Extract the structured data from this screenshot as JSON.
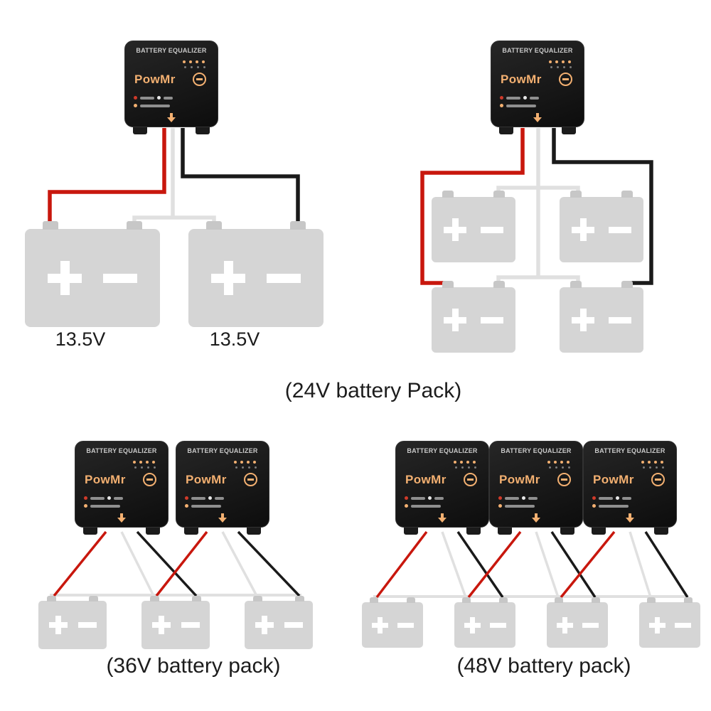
{
  "device": {
    "title": "BATTERY EQUALIZER",
    "brand": "PowMr"
  },
  "labels": {
    "battery_voltage_left": "13.5V",
    "battery_voltage_right": "13.5V",
    "pack_24v": "(24V battery Pack)",
    "pack_36v": "(36V battery pack)",
    "pack_48v": "(48V battery pack)"
  },
  "colors": {
    "device_body": "#171717",
    "brand_text": "#f3b071",
    "wire_positive": "#c8170d",
    "wire_negative": "#1a1a1a",
    "wire_neutral": "#e0e0e0",
    "battery_fill": "#d5d5d5",
    "battery_symbol": "#ffffff",
    "label_text": "#1c1c1c"
  },
  "diagrams": [
    {
      "name": "24v-two-battery",
      "equalizers": 1,
      "batteries": 2
    },
    {
      "name": "24v-four-battery",
      "equalizers": 1,
      "batteries": 4
    },
    {
      "name": "36v-pack",
      "equalizers": 2,
      "batteries": 3
    },
    {
      "name": "48v-pack",
      "equalizers": 3,
      "batteries": 4
    }
  ]
}
